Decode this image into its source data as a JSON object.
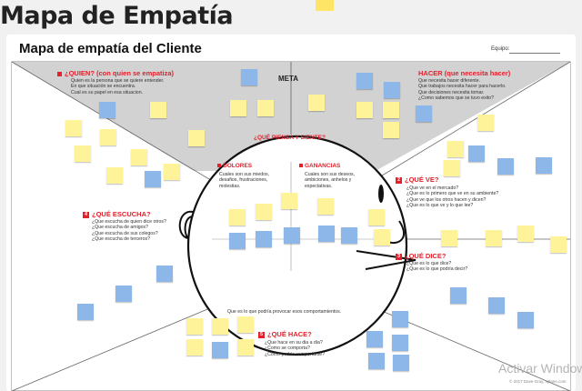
{
  "page_title": "Mapa de Empatía",
  "board": {
    "title": "Mapa de empatía del Cliente",
    "team_label": "Equipo:",
    "meta": "META",
    "sections": {
      "quien": {
        "title": "¿QUIEN? (con quien se empatiza)",
        "desc": "Quien es la persona que se quiere entender.\nEn que situación se encuentra.\nCual es su papel en esa situacion."
      },
      "hacer": {
        "title": "HACER (que necesita hacer)",
        "desc": "Que necesita hacer diferente.\nQue trabajos necesita hacer para hacerlo.\nQue decisiones necesita tomar.\n¿Como sabemos que se tuvo exito?"
      },
      "piensa": {
        "title": "¿QUÉ PIENSA Y SIENTE?"
      },
      "dolores": {
        "title": "DOLORES",
        "desc": "Cuales son sus miedos,\ndesafios, frustraciones,\nmolestias."
      },
      "ganancias": {
        "title": "GANANCIAS",
        "desc": "Cuales son sus deseos,\nambiciones, anhelos y\nexpectativas."
      },
      "ve": {
        "num": "2",
        "title": "¿QUÉ VE?",
        "desc": "¿Que ve en el mercado?\n¿Que es lo primero que ve en su ambiente?\n¿Que ve que los otros hacen y dicen?\n¿Que es lo que ve y lo que lee?"
      },
      "escucha": {
        "num": "4",
        "title": "¿QUÉ ESCUCHA?",
        "desc": "¿Que escucha de quien dice otros?\n¿Que escucha de amigos?\n¿Que escucha de sus colegos?\n¿Que escucha de terceros?"
      },
      "dice": {
        "num": "3",
        "title": "¿QUÉ DICE?",
        "desc": "¿Que es lo que dice?\n¿Que es lo que podría decir?"
      },
      "hace": {
        "num": "5",
        "title": "¿QUÉ HACE?",
        "desc": "¿Que hace en su dia a dia?\n¿Como se comporta?\n¿Como podria comportarse?"
      }
    },
    "bottom_caption": "Que es lo que podría provocar esos comportamientos."
  },
  "watermark": "Activar Windows",
  "footer": "© 2017 Dave Gray, xplane.com",
  "colors": {
    "accent": "#e3202c",
    "note_yellow": "#fff39a",
    "note_blue": "#8cb7e8",
    "top_band": "#d2d2d2"
  }
}
